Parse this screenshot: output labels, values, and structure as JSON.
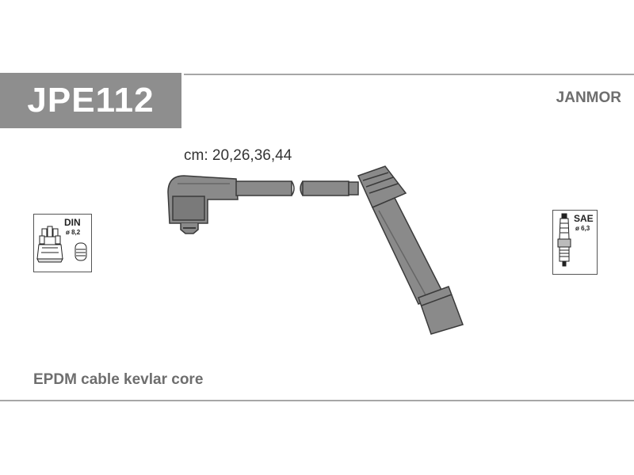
{
  "header": {
    "part_code": "JPE112",
    "brand": "JANMOR"
  },
  "cable": {
    "lengths_label": "cm: 20,26,36,44",
    "description": "EPDM cable kevlar core"
  },
  "din_box": {
    "label": "DIN",
    "spec": "ø 8,2",
    "icon": "distributor-cap-icon"
  },
  "sae_box": {
    "label": "SAE",
    "spec": "ø 6,3",
    "icon": "spark-plug-icon"
  },
  "colors": {
    "header_box": "#8e8e8e",
    "rule": "#a6a6a6",
    "cable": "#8a8a8a",
    "outline": "#3a3a3a"
  }
}
